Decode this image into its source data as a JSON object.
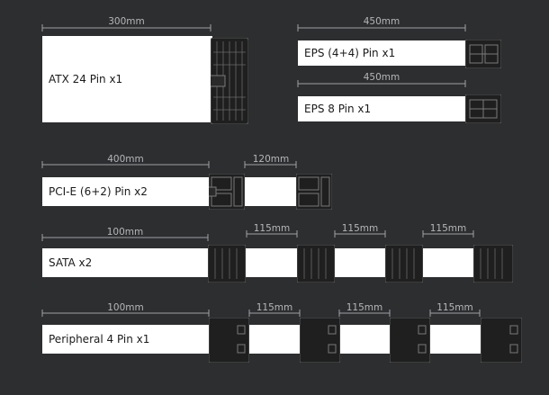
{
  "cables": {
    "atx": {
      "label": "ATX 24 Pin x1",
      "length": "300mm"
    },
    "eps44": {
      "label": "EPS (4+4) Pin x1",
      "length": "450mm"
    },
    "eps8": {
      "label": "EPS 8 Pin x1",
      "length": "450mm"
    },
    "pcie": {
      "label": "PCI-E (6+2) Pin x2",
      "length": "400mm",
      "extension": "120mm"
    },
    "sata": {
      "label": "SATA x2",
      "length": "100mm",
      "segments": [
        "115mm",
        "115mm",
        "115mm"
      ]
    },
    "peripheral": {
      "label": "Peripheral 4 Pin x1",
      "length": "100mm",
      "segments": [
        "115mm",
        "115mm",
        "115mm"
      ]
    }
  },
  "colors": {
    "background": "#2d2e30",
    "cable": "#ffffff",
    "connector": "#1f1f1f",
    "dimension": "#b4b6b9"
  }
}
